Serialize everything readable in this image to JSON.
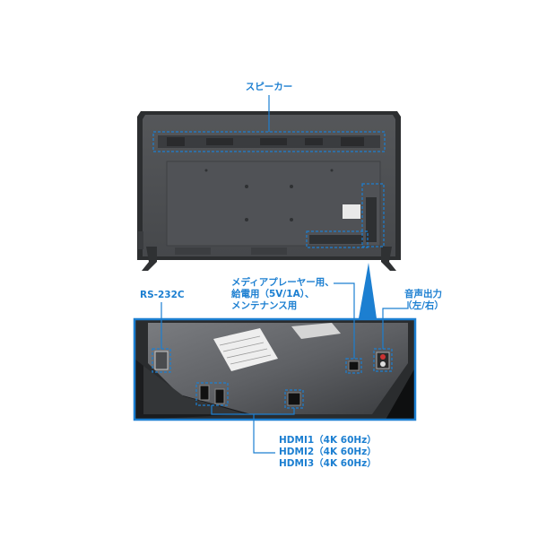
{
  "labels": {
    "speaker": "スピーカー",
    "rs232c": "RS-232C",
    "usb": [
      "メディアプレーヤー用、",
      "給電用（5V/1A）、",
      "メンテナンス用"
    ],
    "audio_out": [
      "音声出力",
      "（左/右）"
    ],
    "hdmi": [
      "HDMI1（4K 60Hz）",
      "HDMI2（4K 60Hz）",
      "HDMI3（4K 60Hz）"
    ]
  },
  "colors": {
    "accent": "#1c7fd1",
    "tv_body": "#4a4c4f",
    "tv_frame": "#2f3133",
    "panel_border": "#1c7fd1"
  }
}
